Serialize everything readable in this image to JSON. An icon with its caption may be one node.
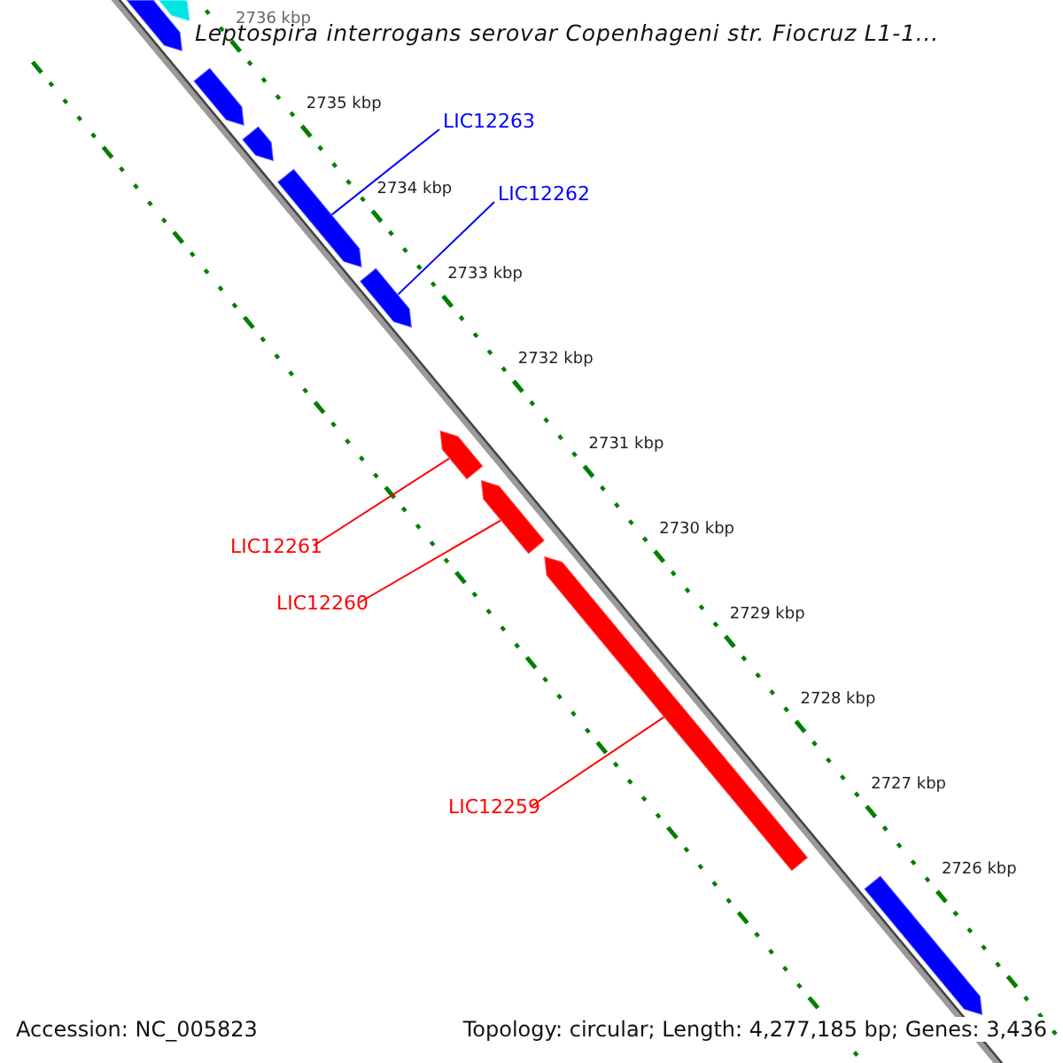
{
  "diagram": {
    "title": "Leptospira interrogans serovar Copenhageni str. Fiocruz L1-1...",
    "nodes": [
      {
        "text": [
          "LIC12263"
        ]
      },
      {
        "text": [
          "LIC12262"
        ]
      },
      {
        "text": [
          "LIC12261"
        ]
      },
      {
        "text": [
          "LIC12260"
        ]
      },
      {
        "text": [
          "LIC12259"
        ]
      },
      {
        "text": [],
        "shape": "bar"
      },
      {
        "text": [],
        "shape": "bar"
      },
      {
        "text": [],
        "shape": "bar"
      },
      {
        "text": [],
        "shape": "bar"
      },
      {
        "text": [],
        "shape": "bar"
      },
      {
        "text": [],
        "shape": "bar"
      },
      {
        "text": [],
        "shape": "bar"
      },
      {
        "text": [],
        "shape": "bar"
      },
      {
        "text": [],
        "shape": "bar"
      },
      {
        "text": [],
        "shape": "bar"
      }
    ],
    "edges": [
      {
        "from": 0,
        "to": 9,
        "arrow": "none",
        "color": "#0000ff"
      },
      {
        "from": 1,
        "to": 10,
        "arrow": "none",
        "color": "#0000ff"
      },
      {
        "from": 2,
        "to": 11,
        "arrow": "none"
      },
      {
        "from": 3,
        "to": 12,
        "arrow": "none"
      },
      {
        "from": 4,
        "to": 13,
        "arrow": "none"
      }
    ],
    "labels": [
      "2736 kbp",
      "2735 kbp",
      "2734 kbp",
      "2733 kbp",
      "2732 kbp",
      "2731 kbp",
      "2730 kbp",
      "2729 kbp",
      "2728 kbp",
      "2727 kbp",
      "2726 kbp",
      "Accession: NC_005823",
      "Topology: circular; Length: 4,277,185 bp; Genes: 3,436"
    ]
  }
}
